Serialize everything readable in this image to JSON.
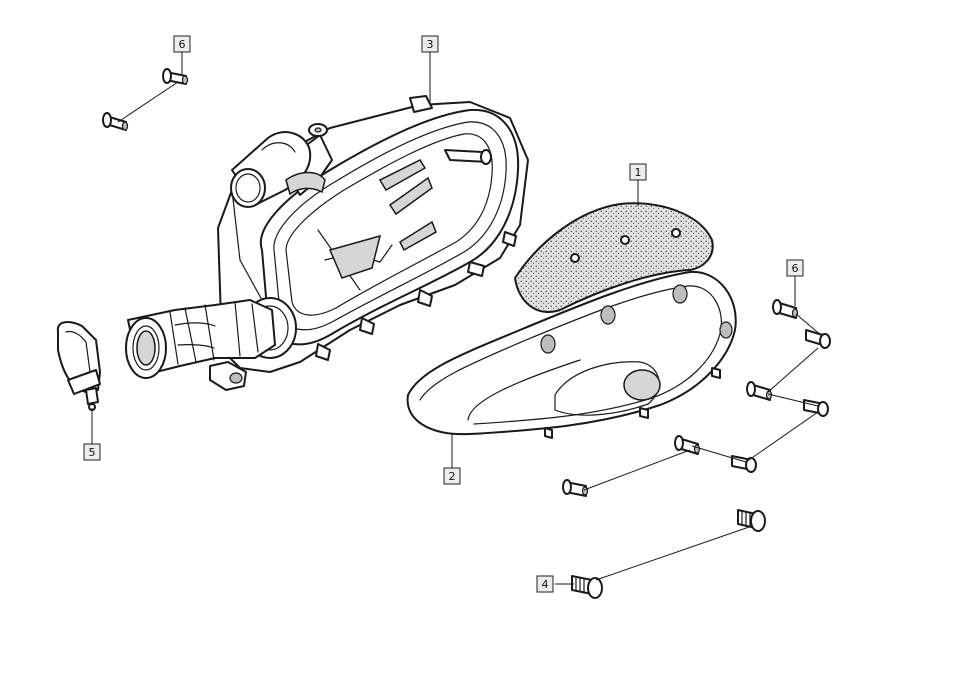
{
  "callouts": [
    {
      "id": "filter-element",
      "number": "1"
    },
    {
      "id": "cover",
      "number": "2"
    },
    {
      "id": "housing",
      "number": "3"
    },
    {
      "id": "bolt",
      "number": "4"
    },
    {
      "id": "clamp",
      "number": "5"
    },
    {
      "id": "screw-upper",
      "number": "6"
    },
    {
      "id": "screw-right",
      "number": "6"
    }
  ]
}
